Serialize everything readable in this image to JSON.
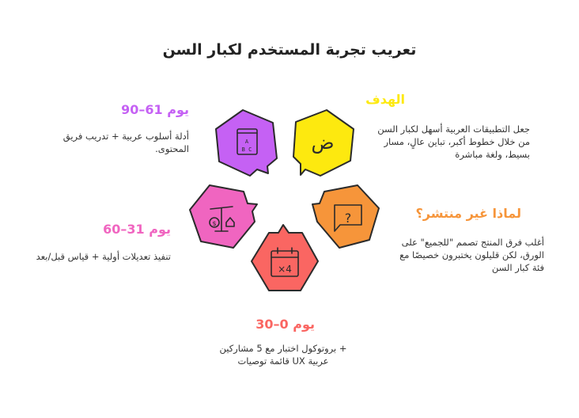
{
  "title": "تعريب تجربة المستخدم لكبار السن",
  "colors": {
    "purple": "#c561f4",
    "yellow": "#fde90f",
    "orange": "#f6953a",
    "pink": "#f065c0",
    "red": "#fa6662"
  },
  "sections": [
    {
      "heading": "الهدف",
      "text": "جعل التطبيقات العربية أسهل لكبار السن من خلال خطوط أكبر، تباين عالٍ، مسار بسيط، ولغة مباشرة",
      "icon": "arabic-letter-dad-icon",
      "color": "#fde90f"
    },
    {
      "heading": "لماذا غير منتشر؟",
      "text": "أغلب فرق المنتج تصمم \"للجميع\" على الورق، لكن قليلون يختبرون خصيصًا مع فئة كبار السن",
      "icon": "question-speech-bubble-icon",
      "color": "#f6953a"
    },
    {
      "heading": "يوم 0–30",
      "text": "+ بروتوكول اختبار مع 5 مشاركين عربية UX قائمة توصيات",
      "icon": "calendar-x4-icon",
      "color": "#fa6662"
    },
    {
      "heading": "يوم 31–60",
      "text": "تنفيذ تعديلات أولية + قياس قبل/بعد",
      "icon": "balance-scale-icon",
      "color": "#f065c0"
    },
    {
      "heading": "يوم 61–90",
      "text": "أدلة أسلوب عربية + تدريب فريق المحتوى.",
      "icon": "abc-book-icon",
      "color": "#c561f4"
    }
  ]
}
